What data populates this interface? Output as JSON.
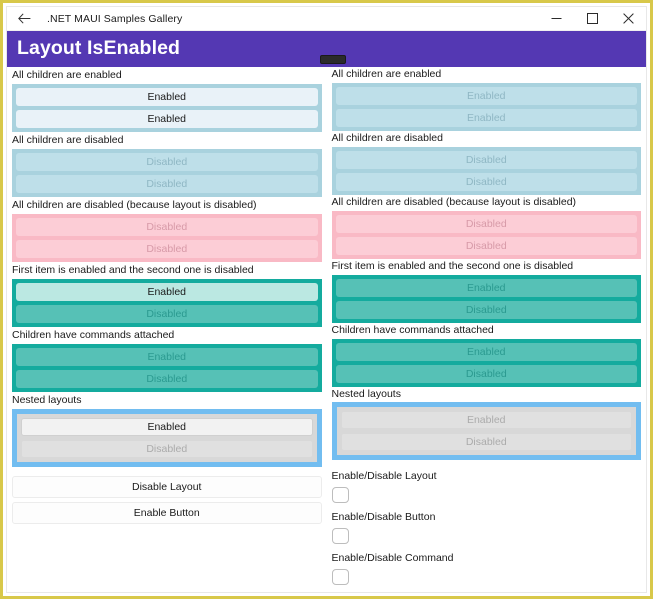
{
  "window": {
    "title": "​.NET MAUI Samples Gallery",
    "back_icon": "back-arrow-icon",
    "minimize_label": "–",
    "maximize_label": "□",
    "close_label": "✕"
  },
  "header": {
    "title": "Layout IsEnabled",
    "accent_color": "#5438b3"
  },
  "colors": {
    "container_blue": "#a9d2de",
    "container_pink": "#f9b9c5",
    "container_teal": "#14ab9e",
    "container_nested_blue": "#72bdf0",
    "inner_gray": "#d8d8d8",
    "window_border": "#d8c84a"
  },
  "left": {
    "sections": [
      {
        "label": "All children are enabled",
        "style": "blue",
        "buttons": [
          {
            "text": "Enabled",
            "state": "b-enabled"
          },
          {
            "text": "Enabled",
            "state": "b-enabled"
          }
        ]
      },
      {
        "label": "All children are disabled",
        "style": "blue",
        "buttons": [
          {
            "text": "Disabled",
            "state": "b-dim"
          },
          {
            "text": "Disabled",
            "state": "b-dim"
          }
        ]
      },
      {
        "label": "All children are disabled (because layout is disabled)",
        "style": "pink",
        "buttons": [
          {
            "text": "Disabled",
            "state": "p-dim"
          },
          {
            "text": "Disabled",
            "state": "p-dim"
          }
        ]
      },
      {
        "label": "First item is enabled and the second one is disabled",
        "style": "teal",
        "buttons": [
          {
            "text": "Enabled",
            "state": "t-enabled"
          },
          {
            "text": "Disabled",
            "state": "t-dim"
          }
        ]
      },
      {
        "label": "Children have commands attached",
        "style": "teal",
        "buttons": [
          {
            "text": "Enabled",
            "state": "t-dim"
          },
          {
            "text": "Disabled",
            "state": "t-dim"
          }
        ]
      },
      {
        "label": "Nested layouts",
        "style": "nested",
        "buttons": [
          {
            "text": "Enabled",
            "state": "g-enabled"
          },
          {
            "text": "Disabled",
            "state": "g-dim"
          }
        ]
      }
    ],
    "actions": [
      {
        "text": "Disable Layout"
      },
      {
        "text": "Enable Button"
      }
    ]
  },
  "right": {
    "sections": [
      {
        "label": "All children are enabled",
        "style": "blue",
        "buttons": [
          {
            "text": "Enabled",
            "state": "b-dim"
          },
          {
            "text": "Enabled",
            "state": "b-dim"
          }
        ]
      },
      {
        "label": "All children are disabled",
        "style": "blue",
        "buttons": [
          {
            "text": "Disabled",
            "state": "b-dim"
          },
          {
            "text": "Disabled",
            "state": "b-dim"
          }
        ]
      },
      {
        "label": "All children are disabled (because layout is disabled)",
        "style": "pink",
        "buttons": [
          {
            "text": "Disabled",
            "state": "p-dim"
          },
          {
            "text": "Disabled",
            "state": "p-dim"
          }
        ]
      },
      {
        "label": "First item is enabled and the second one is disabled",
        "style": "teal",
        "buttons": [
          {
            "text": "Enabled",
            "state": "t-dim"
          },
          {
            "text": "Disabled",
            "state": "t-dim"
          }
        ]
      },
      {
        "label": "Children have commands attached",
        "style": "teal",
        "buttons": [
          {
            "text": "Enabled",
            "state": "t-dim"
          },
          {
            "text": "Disabled",
            "state": "t-dim"
          }
        ]
      },
      {
        "label": "Nested layouts",
        "style": "nested",
        "buttons": [
          {
            "text": "Enabled",
            "state": "g-dim"
          },
          {
            "text": "Disabled",
            "state": "g-dim"
          }
        ]
      }
    ],
    "toggles": [
      {
        "label": "Enable/Disable Layout",
        "checked": false
      },
      {
        "label": "Enable/Disable Button",
        "checked": false
      },
      {
        "label": "Enable/Disable Command",
        "checked": false
      }
    ]
  }
}
